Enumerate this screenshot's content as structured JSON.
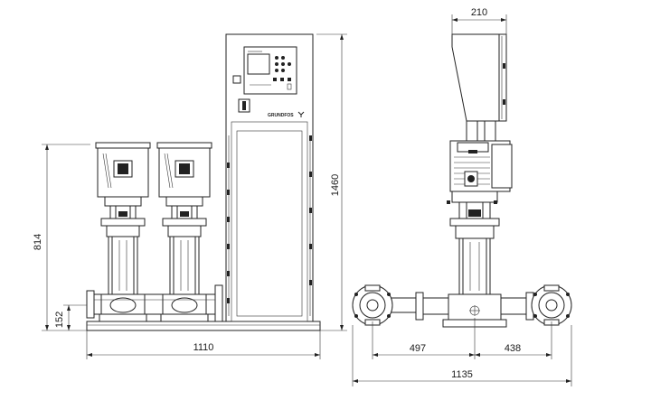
{
  "drawing": {
    "brand_label": "GRUNDFOS",
    "dimensions": {
      "front_height_pump": "814",
      "front_base_height": "152",
      "front_total_height": "1460",
      "front_width": "1110",
      "side_top_width": "210",
      "side_left_offset": "497",
      "side_right_offset": "438",
      "side_total_width": "1135"
    }
  }
}
